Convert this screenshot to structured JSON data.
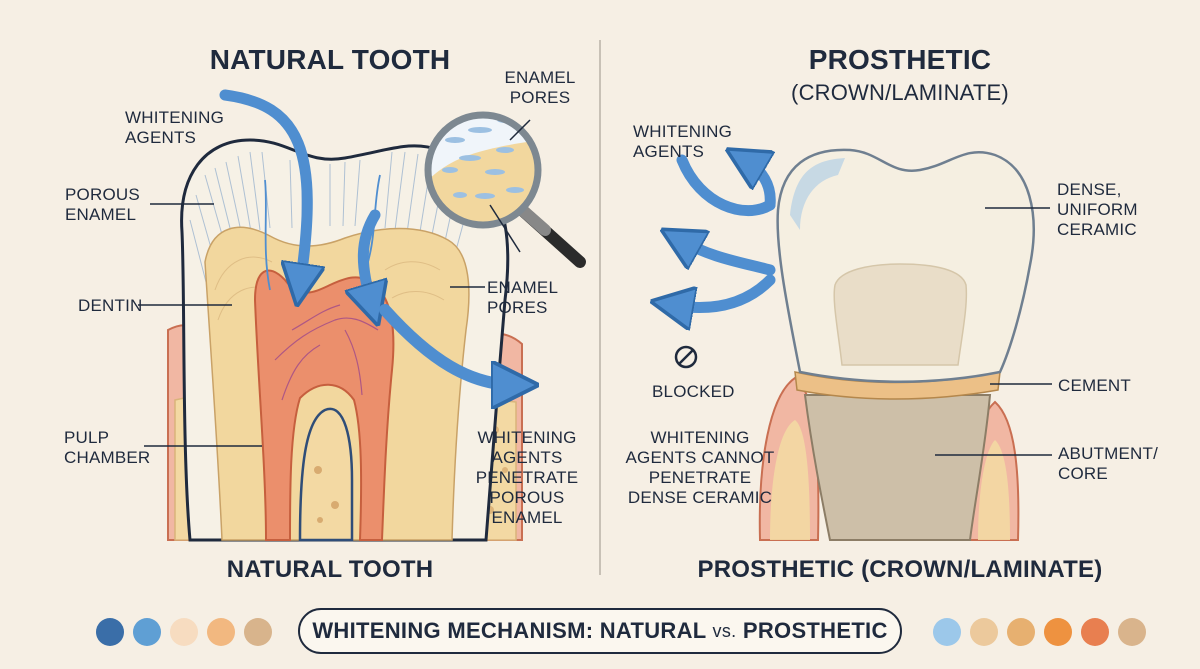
{
  "left": {
    "title": "NATURAL TOOTH",
    "bottom_title": "NATURAL TOOTH",
    "labels": {
      "whitening_agents": "WHITENING\nAGENTS",
      "porous_enamel": "POROUS\nENAMEL",
      "dentin": "DENTIN",
      "pulp_chamber": "PULP\nCHAMBER",
      "enamel_pores_top": "ENAMEL\nPORES",
      "enamel_pores_side": "ENAMEL\nPORES",
      "penetrate_note": "WHITENING\nAGENTS\nPENETRATE\nPOROUS\nENAMEL"
    }
  },
  "right": {
    "title": "PROSTHETIC",
    "subtitle": "(CROWN/LAMINATE)",
    "bottom_title": "PROSTHETIC (CROWN/LAMINATE)",
    "labels": {
      "whitening_agents": "WHITENING\nAGENTS",
      "blocked": "BLOCKED",
      "cannot_note": "WHITENING\nAGENTS CANNOT\nPENETRATE\nDENSE CERAMIC",
      "dense_ceramic": "DENSE,\nUNIFORM\nCERAMIC",
      "cement": "CEMENT",
      "abutment": "ABUTMENT/\nCORE"
    }
  },
  "banner": {
    "prefix": "WHITENING MECHANISM: NATURAL ",
    "vs": "vs.",
    "suffix": " PROSTHETIC"
  },
  "palette_left": [
    "#3a6ea8",
    "#5f9fd4",
    "#f7dcc0",
    "#f2b880",
    "#d8b48c"
  ],
  "palette_right": [
    "#9cc8ea",
    "#ecc99c",
    "#e7b070",
    "#ee9240",
    "#e87f50",
    "#d9b48c"
  ],
  "colors": {
    "arrow": "#4f8ed0",
    "enamel": "#f6f1e6",
    "dentin": "#f2d79e",
    "pulp": "#eb8f6c",
    "gum": "#f1b7a3",
    "bone": "#f3d9a3",
    "ceramic": "#f5efe1",
    "cement": "#ecc087",
    "abutment": "#cdbfa8"
  }
}
